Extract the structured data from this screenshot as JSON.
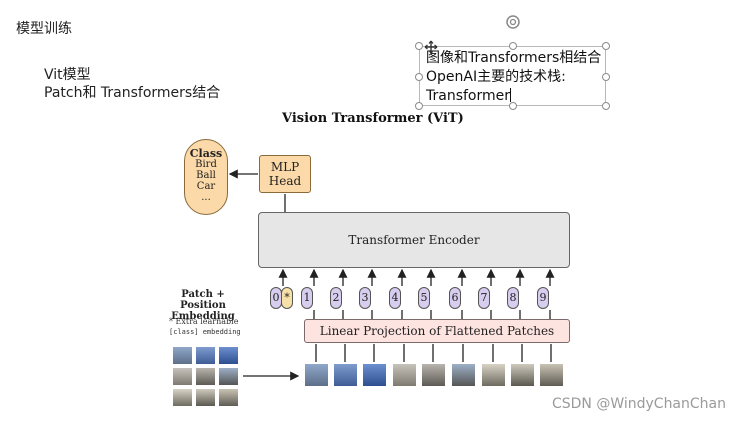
{
  "slide": {
    "title": "模型训练",
    "subtitle_line1": "Vit模型",
    "subtitle_line2": "Patch和 Transformers结合"
  },
  "textbox": {
    "line1": "图像和Transformers相结合",
    "line2": "OpenAI主要的技术栈:",
    "line3": "Transformer"
  },
  "diagram": {
    "title": "Vision Transformer (ViT)",
    "class_box": {
      "title": "Class",
      "items": [
        "Bird",
        "Ball",
        "Car",
        "..."
      ]
    },
    "mlp_head": {
      "line1": "MLP",
      "line2": "Head"
    },
    "encoder_label": "Transformer Encoder",
    "projection_label": "Linear Projection of Flattened Patches",
    "patch_position_label_line1": "Patch + Position",
    "patch_position_label_line2": "Embedding",
    "extra_label_line1": "* Extra learnable",
    "extra_label_line2": "[class] embedding",
    "tokens": [
      "0",
      "1",
      "2",
      "3",
      "4",
      "5",
      "6",
      "7",
      "8",
      "9"
    ],
    "class_token_marker": "*",
    "colors": {
      "orange_box": "#fbd9a8",
      "encoder": "#e6e6e6",
      "projection": "#fde4e0",
      "position_token": "#d7cdee",
      "class_token": "#f7e1a8"
    }
  },
  "watermark": "CSDN @WindyChanChan"
}
